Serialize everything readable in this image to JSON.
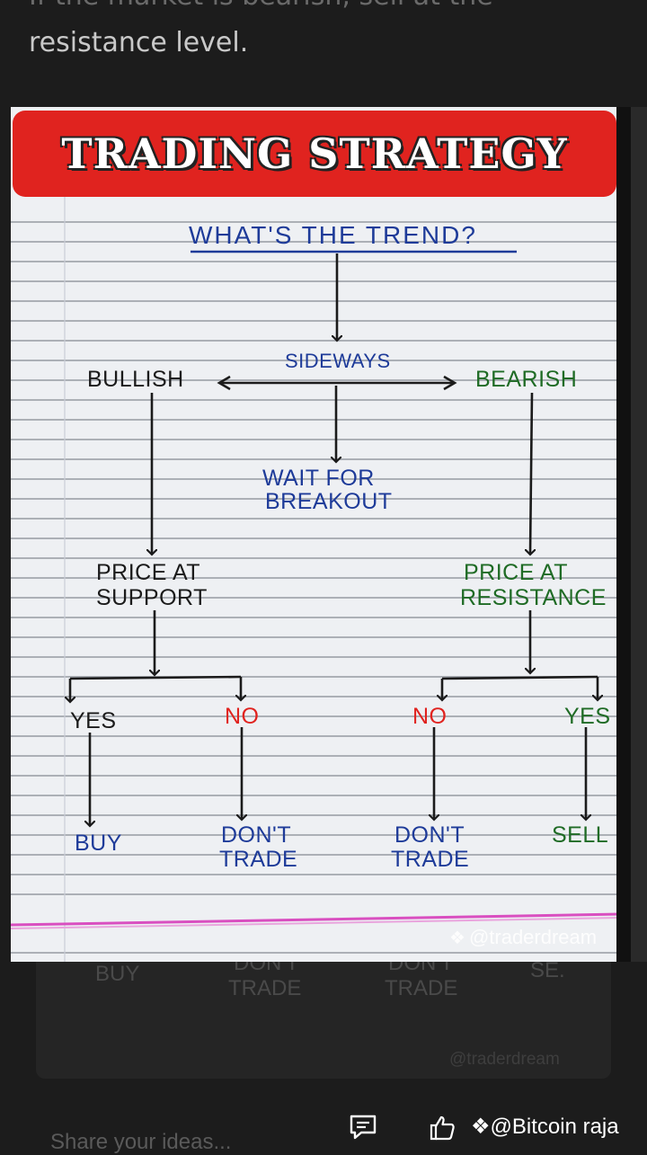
{
  "article": {
    "prev_line": "If the market is bearish, sell at the",
    "line": "resistance level."
  },
  "chart": {
    "title": "TRADING STRATEGY",
    "question": "WHAT'S THE TREND?",
    "trend_bullish": "BULLISH",
    "trend_sideways": "SIDEWAYS",
    "trend_bearish": "BEARISH",
    "wait_line1": "WAIT FOR",
    "wait_line2": "BREAKOUT",
    "support_line1": "PRICE AT",
    "support_line2": "SUPPORT",
    "resistance_line1": "PRICE AT",
    "resistance_line2": "RESISTANCE",
    "yes_left": "YES",
    "no_left": "NO",
    "no_right": "NO",
    "yes_right": "YES",
    "buy": "BUY",
    "dont_trade_left_1": "DON'T",
    "dont_trade_left_2": "TRADE",
    "dont_trade_right_1": "DON'T",
    "dont_trade_right_2": "TRADE",
    "sell": "SELL",
    "watermark": "@traderdream"
  },
  "echo": {
    "buy": "BUY",
    "dont_left": "DON'T",
    "trade_left": "TRADE",
    "dont_right": "DON'T",
    "trade_right": "TRADE",
    "sell": "SE.",
    "watermark": "@traderdream"
  },
  "footer": {
    "share_placeholder": "Share your ideas...",
    "credit": "@Bitcoin raja",
    "comment_icon": "comment-icon",
    "like_icon": "thumbs-up-icon"
  },
  "colors": {
    "banner": "#e0231f",
    "ink_blue": "#1e3b99",
    "ink_green": "#1f6b25",
    "ink_red": "#e0231f"
  }
}
